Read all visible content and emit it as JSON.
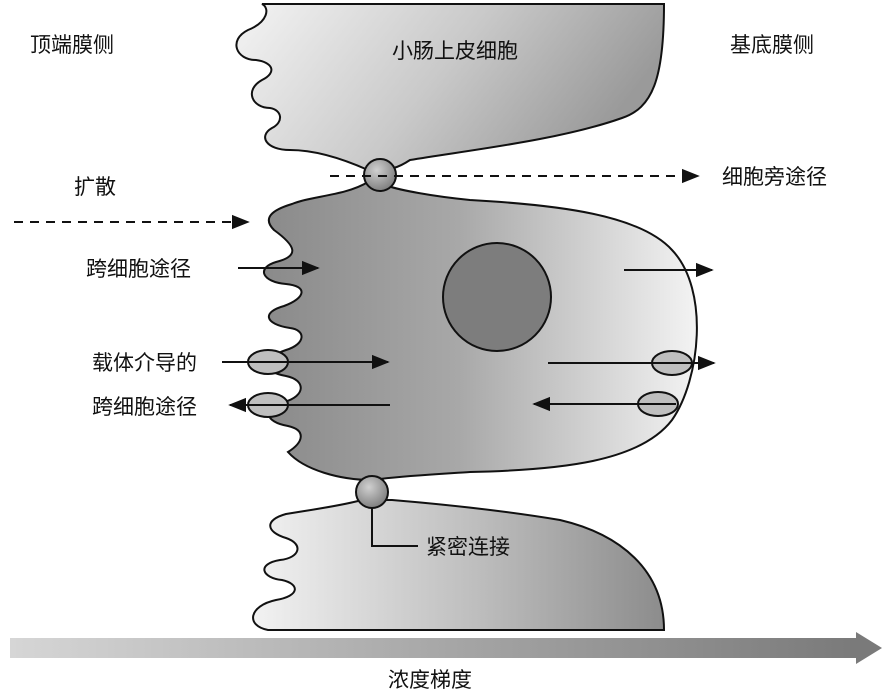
{
  "labels": {
    "apical": "顶端膜侧",
    "epithelial_cell": "小肠上皮细胞",
    "basolateral": "基底膜侧",
    "diffusion": "扩散",
    "paracellular": "细胞旁途径",
    "transcellular": "跨细胞途径",
    "carrier_mediated_line1": "载体介导的",
    "carrier_mediated_line2": "跨细胞途径",
    "tight_junction": "紧密连接",
    "concentration_gradient": "浓度梯度"
  },
  "colors": {
    "cell_fill_dark": "#8f8f8f",
    "cell_fill_mid": "#b4b4b4",
    "cell_fill_light": "#e4e4e4",
    "nucleus": "#7e7e7e",
    "junction": "#9a9a9a",
    "gradient_bar_start": "#cfcfcf",
    "gradient_bar_end": "#7a7a7a",
    "stroke": "#111111"
  }
}
